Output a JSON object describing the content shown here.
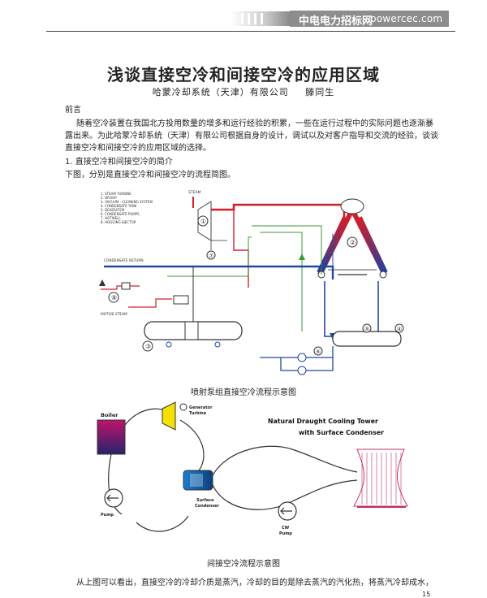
{
  "header": {
    "logo_cn": "中电电力招标网",
    "logo_en": "powercec.com"
  },
  "title": "浅谈直接空冷和间接空冷的应用区域",
  "author": {
    "org": "哈蒙冷却系统（天津）有限公司",
    "name": "滕同生"
  },
  "section_preface": "前言",
  "preface_line1": "随着空冷装置在我国北方投用数量的增多和运行经验的积累，一些在运行过程中的实际问题也逐渐暴",
  "preface_line2": "露出来。为此哈蒙冷却系统（天津）有限公司根据自身的设计，调试以及对客户指导和交流的经验，谈谈",
  "preface_line3": "直接空冷和间接空冷的应用区域的选择。",
  "section1": "1. 直接空冷和间接空冷的简介",
  "section1_text": "下图，分别是直接空冷和间接空冷的流程简图。",
  "diagram1": {
    "legend": [
      "1. STEAM TURBINE",
      "2. DROOP",
      "3. VACUUM · CLEANING SYSTEM",
      "4. CONDENSATE TANK",
      "5. DEAERATOR",
      "6. CONDENSATE PUMPS",
      "7. HOTWELL",
      "8. HOGGING EJECTOR"
    ],
    "steam": "STEAM",
    "condensate_return": "CONDENSATE RETURN",
    "motive_steam": "MOTIVE STEAM",
    "numbers": [
      "①",
      "②",
      "③",
      "④",
      "⑤",
      "⑥",
      "⑦",
      "⑧"
    ]
  },
  "caption1": "喷射泵组直接空冷流程示意图",
  "diagram2": {
    "title_line1": "Natural Draught Cooling Tower",
    "title_line2": "with Surface Condenser",
    "boiler": "Boiler",
    "generator": "Generator",
    "turbine": "Turbine",
    "pump": "Pump",
    "surface_condenser_1": "Surface",
    "surface_condenser_2": "Condenser",
    "cw_pump_1": "CW",
    "cw_pump_2": "Pump"
  },
  "caption2": "间接空冷流程示意图",
  "bottom_line": "从上图可以看出，直接空冷的冷却介质是蒸汽，冷却的目的是除去蒸汽的汽化热，将蒸汽冷却成水，",
  "page_number": "15"
}
